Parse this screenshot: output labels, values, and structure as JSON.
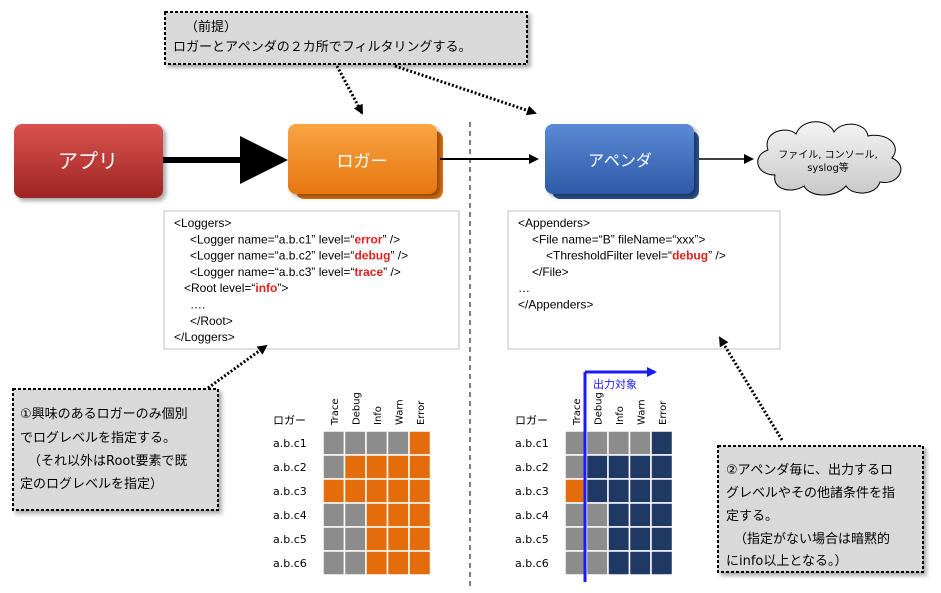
{
  "premise": {
    "line1": "（前提）",
    "line2": "ロガーとアペンダの２カ所でフィルタリングする。"
  },
  "boxes": {
    "app": "アプリ",
    "logger": "ロガー",
    "appender": "アペンダ",
    "cloud_line1": "ファイル, コンソール,",
    "cloud_line2": "syslog等"
  },
  "logger_config": [
    [
      {
        "t": "<Loggers>"
      }
    ],
    [
      {
        "t": "<Logger name=“a.b.c1”  level=“"
      },
      {
        "t": "error",
        "k": 1
      },
      {
        "t": "” />"
      }
    ],
    [
      {
        "t": "<Logger name=“a.b.c2”  level=“"
      },
      {
        "t": "debug",
        "k": 1
      },
      {
        "t": "” />"
      }
    ],
    [
      {
        "t": "<Logger name=“a.b.c3”  level=“"
      },
      {
        "t": "trace",
        "k": 1
      },
      {
        "t": "” />"
      }
    ],
    [
      {
        "t": "<Root level=“"
      },
      {
        "t": "info",
        "k": 1
      },
      {
        "t": "”>"
      }
    ],
    [
      {
        "t": "…."
      }
    ],
    [
      {
        "t": "</Root>"
      }
    ],
    [
      {
        "t": "</Loggers>"
      }
    ]
  ],
  "appender_config": [
    [
      {
        "t": "<Appenders>"
      }
    ],
    [
      {
        "t": "<File name=“B” fileName=“xxx”>"
      }
    ],
    [
      {
        "t": "<ThresholdFilter level=“"
      },
      {
        "t": "debug",
        "k": 1
      },
      {
        "t": "” />"
      }
    ],
    [
      {
        "t": "</File>"
      }
    ],
    [
      {
        "t": "…"
      }
    ],
    [
      {
        "t": "</Appenders>"
      }
    ]
  ],
  "note_left": {
    "lines": [
      "①興味のあるロガーのみ個別",
      "でログレベルを指定する。",
      "（それ以外はRoot要素で既",
      "定のログレベルを指定）"
    ]
  },
  "note_right": {
    "lines": [
      "②アペンダ毎に、出力するロ",
      "グレベルやその他諸条件を指",
      "定する。",
      "（指定がない場合は暗黙的",
      "にinfo以上となる。）"
    ]
  },
  "grid": {
    "row_header": "ロガー",
    "levels": [
      "Trace",
      "Debug",
      "Info",
      "Warn",
      "Error"
    ],
    "rows": [
      "a.b.c1",
      "a.b.c2",
      "a.b.c3",
      "a.b.c4",
      "a.b.c5",
      "a.b.c6"
    ],
    "logger_active": [
      [
        0,
        0,
        0,
        0,
        1
      ],
      [
        0,
        1,
        1,
        1,
        1
      ],
      [
        1,
        1,
        1,
        1,
        1
      ],
      [
        0,
        0,
        1,
        1,
        1
      ],
      [
        0,
        0,
        1,
        1,
        1
      ],
      [
        0,
        0,
        1,
        1,
        1
      ]
    ],
    "appender_cells": [
      [
        0,
        0,
        0,
        0,
        2
      ],
      [
        0,
        2,
        2,
        2,
        2
      ],
      [
        1,
        2,
        2,
        2,
        2
      ],
      [
        0,
        0,
        2,
        2,
        2
      ],
      [
        0,
        0,
        2,
        2,
        2
      ],
      [
        0,
        0,
        2,
        2,
        2
      ]
    ],
    "output_target_label": "出力対象"
  },
  "colors": {
    "gray_cell": "#8c8c8c",
    "orange_cell": "#e46c0a",
    "navy_cell": "#1f3864",
    "blue_line": "#1a1aff",
    "red_box": "#c0302e",
    "orange_box": "#f28a1f",
    "blue_box": "#3d6cb9"
  }
}
